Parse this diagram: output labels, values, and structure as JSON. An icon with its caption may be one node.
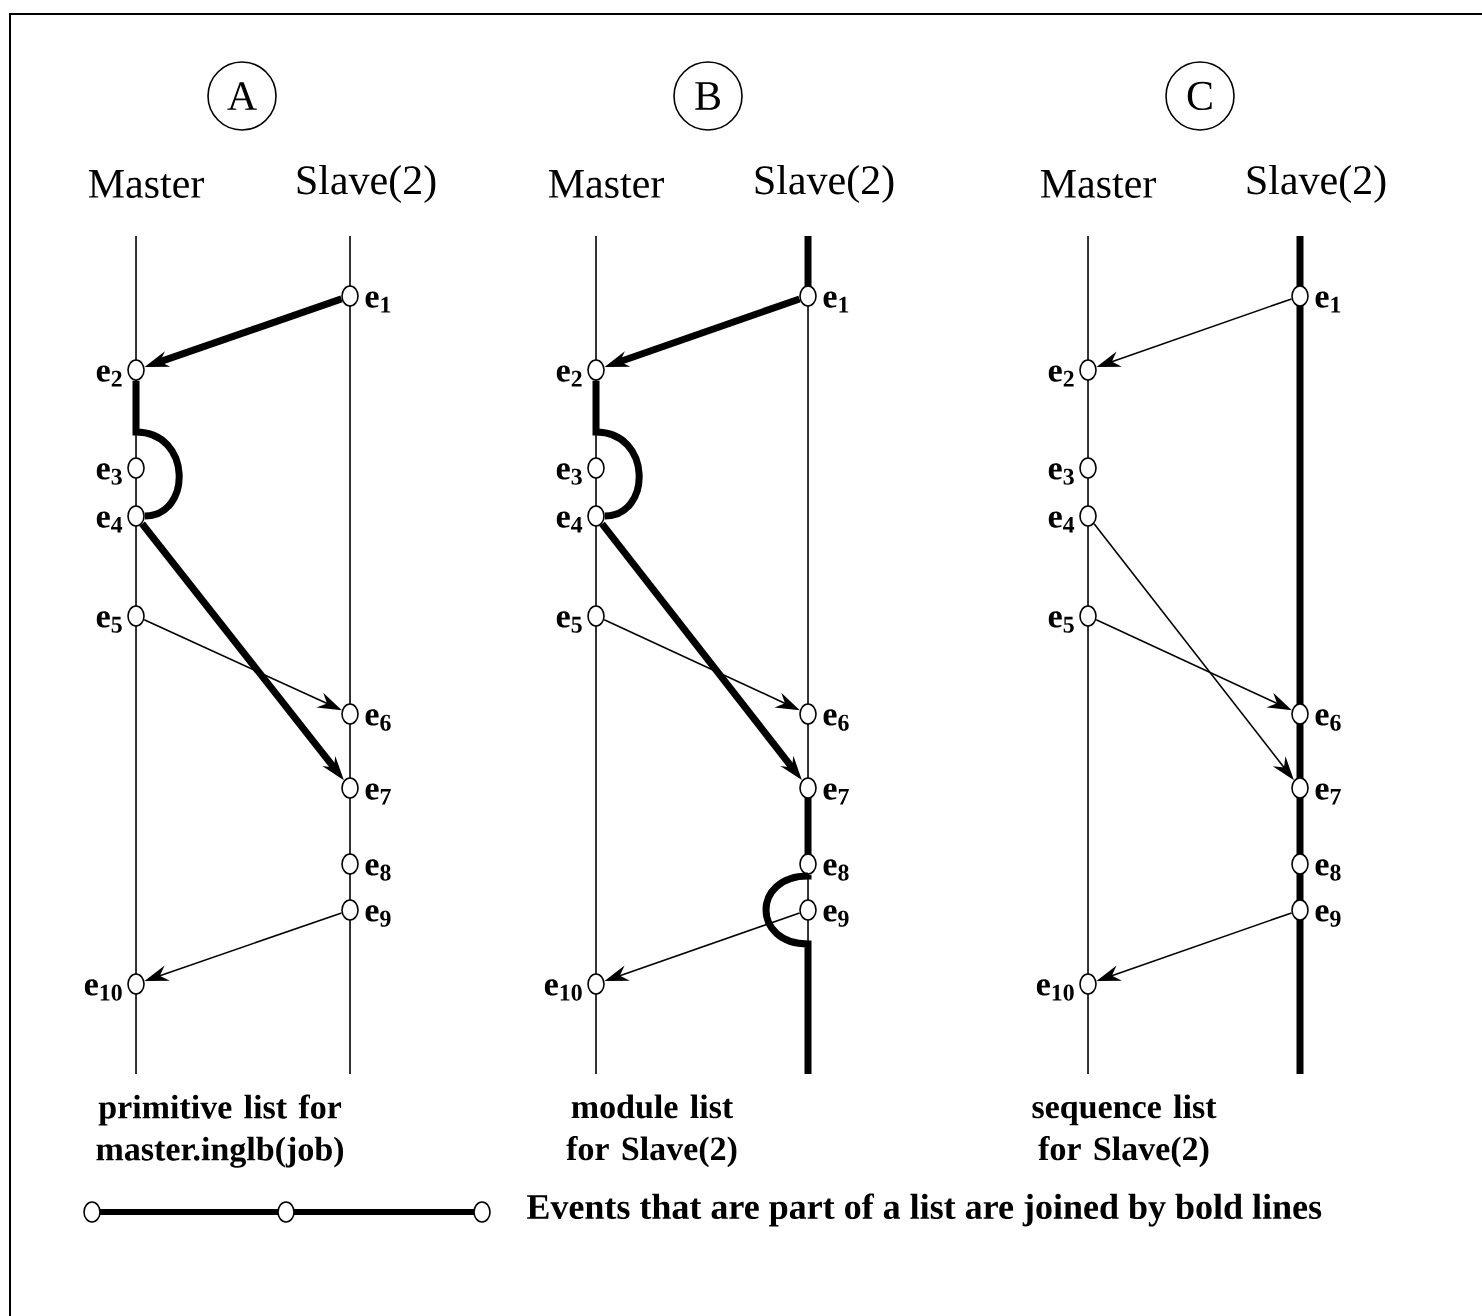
{
  "diagram": {
    "nodes": [
      {
        "text": [
          "A"
        ]
      },
      {
        "text": [],
        "shape": "circle",
        "beside": [
          "e$_{1}$"
        ]
      },
      {
        "text": [],
        "shape": "circle",
        "beside": [
          "e$_{2}$"
        ]
      },
      {
        "text": [],
        "shape": "circle",
        "beside": [
          "e$_{3}$"
        ]
      },
      {
        "text": [],
        "shape": "circle",
        "beside": [
          "e$_{4}$"
        ]
      },
      {
        "text": [],
        "shape": "circle",
        "beside": [
          "e$_{5}$"
        ]
      },
      {
        "text": [],
        "shape": "circle",
        "beside": [
          "e$_{6}$"
        ]
      },
      {
        "text": [],
        "shape": "circle",
        "beside": [
          "e$_{7}$"
        ]
      },
      {
        "text": [],
        "shape": "circle",
        "beside": [
          "e$_{8}$"
        ]
      },
      {
        "text": [],
        "shape": "circle",
        "beside": [
          "e$_{9}$"
        ]
      },
      {
        "text": [],
        "shape": "circle",
        "beside": [
          "e$_{10}$"
        ]
      },
      {
        "text": [
          "B"
        ]
      },
      {
        "text": [],
        "shape": "circle",
        "beside": [
          "e$_{1}$"
        ]
      },
      {
        "text": [],
        "shape": "circle",
        "beside": [
          "e$_{2}$"
        ]
      },
      {
        "text": [],
        "shape": "circle",
        "beside": [
          "e$_{3}$"
        ]
      },
      {
        "text": [],
        "shape": "circle",
        "beside": [
          "e$_{4}$"
        ]
      },
      {
        "text": [],
        "shape": "circle",
        "beside": [
          "e$_{5}$"
        ]
      },
      {
        "text": [],
        "shape": "circle",
        "beside": [
          "e$_{6}$"
        ]
      },
      {
        "text": [],
        "shape": "circle",
        "beside": [
          "e$_{7}$"
        ]
      },
      {
        "text": [],
        "shape": "circle",
        "beside": [
          "e$_{8}$"
        ]
      },
      {
        "text": [],
        "shape": "circle",
        "beside": [
          "e$_{9}$"
        ]
      },
      {
        "text": [],
        "shape": "circle",
        "beside": [
          "e$_{10}$"
        ]
      },
      {
        "text": [
          "C"
        ]
      },
      {
        "text": [],
        "shape": "circle",
        "beside": [
          "e$_{1}$"
        ]
      },
      {
        "text": [],
        "shape": "circle",
        "beside": [
          "e$_{2}$"
        ]
      },
      {
        "text": [],
        "shape": "circle",
        "beside": [
          "e$_{3}$"
        ]
      },
      {
        "text": [],
        "shape": "circle",
        "beside": [
          "e$_{4}$"
        ]
      },
      {
        "text": [],
        "shape": "circle",
        "beside": [
          "e$_{5}$"
        ]
      },
      {
        "text": [],
        "shape": "circle",
        "beside": [
          "e$_{6}$"
        ]
      },
      {
        "text": [],
        "shape": "circle",
        "beside": [
          "e$_{7}$"
        ]
      },
      {
        "text": [],
        "shape": "circle",
        "beside": [
          "e$_{8}$"
        ]
      },
      {
        "text": [],
        "shape": "circle",
        "beside": [
          "e$_{9}$"
        ]
      },
      {
        "text": [],
        "shape": "circle",
        "beside": [
          "e$_{10}$"
        ]
      }
    ],
    "edges": [
      {
        "from": 1,
        "to": 2,
        "arrow": "to",
        "style": "thick"
      },
      {
        "from": 2,
        "to": 4,
        "arrow": "none",
        "style": "thick"
      },
      {
        "from": 4,
        "to": 7,
        "arrow": "to",
        "style": "thick"
      },
      {
        "from": 5,
        "to": 6,
        "arrow": "to"
      },
      {
        "from": 9,
        "to": 10,
        "arrow": "to"
      },
      {
        "from": 12,
        "to": 13,
        "arrow": "to",
        "style": "thick"
      },
      {
        "from": 13,
        "to": 15,
        "arrow": "none",
        "style": "thick"
      },
      {
        "from": 15,
        "to": 18,
        "arrow": "to",
        "style": "thick"
      },
      {
        "from": 16,
        "to": 17,
        "arrow": "to"
      },
      {
        "from": 19,
        "to": null,
        "arrow": "none",
        "style": "thick"
      },
      {
        "from": 20,
        "to": 21,
        "arrow": "to"
      },
      {
        "from": 23,
        "to": 24,
        "arrow": "to"
      },
      {
        "from": 26,
        "to": 29,
        "arrow": "to"
      },
      {
        "from": 27,
        "to": 28,
        "arrow": "to"
      },
      {
        "from": 31,
        "to": 32,
        "arrow": "to"
      }
    ],
    "labels": [
      "Master",
      "Slave(2)",
      "Master",
      "Slave(2)",
      "Master",
      "Slave(2)",
      "primitive list for master.inglb(job)",
      "module list for Slave(2)",
      "sequence list for Slave(2)"
    ],
    "legend": [
      {
        "text": "Events that are part of a list are joined by bold lines"
      }
    ]
  }
}
